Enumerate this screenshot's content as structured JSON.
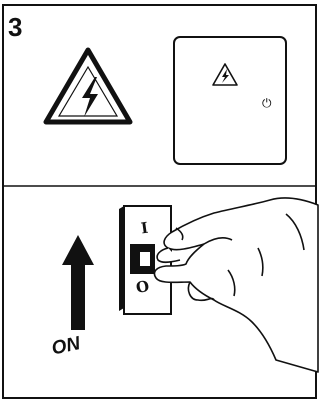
{
  "panel": {
    "step_number": "3",
    "on_label": "ON",
    "switch_on_mark": "I",
    "switch_off_mark": "O",
    "power_symbol": "⏻"
  },
  "icons": {
    "warning": "high-voltage-warning-icon",
    "cabinet": "electrical-cabinet-icon",
    "arrow": "up-arrow-icon",
    "hand": "hand-icon"
  },
  "colors": {
    "ink": "#111111",
    "background": "#ffffff"
  }
}
